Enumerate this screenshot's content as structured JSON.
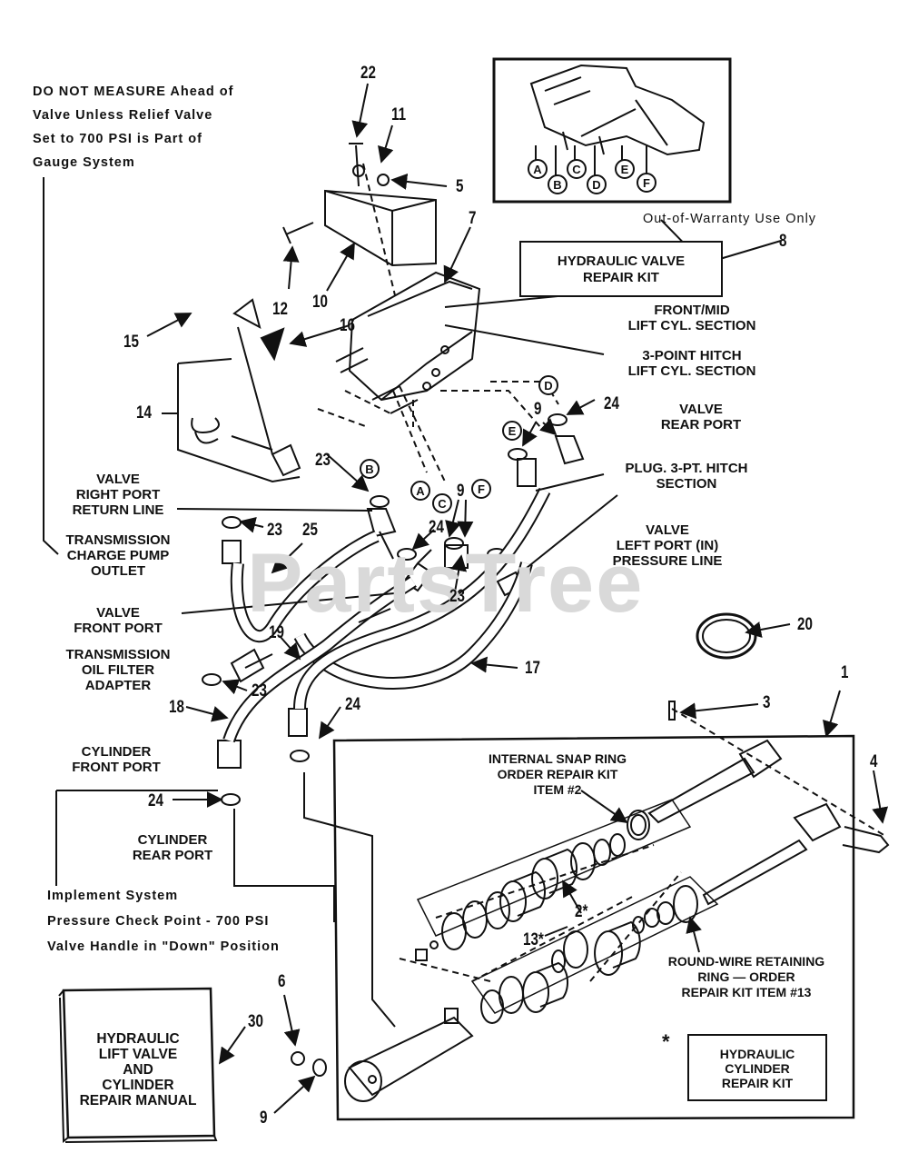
{
  "watermark": "PartsTree",
  "notes": {
    "measure_note": [
      "DO NOT MEASURE Ahead of",
      "Valve Unless Relief Valve",
      "Set to 700 PSI is Part of",
      "Gauge System"
    ],
    "warranty_note": "Out-of-Warranty Use Only",
    "pressure_note": [
      "Implement System",
      "Pressure Check Point - 700 PSI",
      "Valve Handle in \"Down\" Position"
    ]
  },
  "boxes": {
    "valve_kit": [
      "HYDRAULIC VALVE",
      "REPAIR KIT"
    ],
    "cylinder_kit_star": "*",
    "cylinder_kit": [
      "HYDRAULIC",
      "CYLINDER",
      "REPAIR KIT"
    ],
    "manual": [
      "HYDRAULIC",
      "LIFT VALVE",
      "AND",
      "CYLINDER",
      "REPAIR MANUAL"
    ]
  },
  "labels": {
    "front_mid": [
      "FRONT/MID",
      "LIFT CYL. SECTION"
    ],
    "three_point": [
      "3-POINT HITCH",
      "LIFT CYL. SECTION"
    ],
    "valve_rear_port": [
      "VALVE",
      "REAR PORT"
    ],
    "plug_3pt": [
      "PLUG. 3-PT. HITCH",
      "SECTION"
    ],
    "valve_right_port": [
      "VALVE",
      "RIGHT PORT",
      "RETURN LINE"
    ],
    "trans_charge": [
      "TRANSMISSION",
      "CHARGE PUMP",
      "OUTLET"
    ],
    "valve_left_port": [
      "VALVE",
      "LEFT PORT (IN)",
      "PRESSURE LINE"
    ],
    "valve_front_port": [
      "VALVE",
      "FRONT PORT"
    ],
    "trans_filter": [
      "TRANSMISSION",
      "OIL FILTER",
      "ADAPTER"
    ],
    "cyl_front_port": [
      "CYLINDER",
      "FRONT PORT"
    ],
    "cyl_rear_port": [
      "CYLINDER",
      "REAR PORT"
    ],
    "snap_ring": [
      "INTERNAL SNAP RING",
      "ORDER REPAIR KIT",
      "ITEM #2"
    ],
    "round_wire": [
      "ROUND-WIRE RETAINING",
      "RING — ORDER",
      "REPAIR KIT ITEM #13"
    ]
  },
  "callouts": {
    "n22": "22",
    "n11": "11",
    "n5": "5",
    "n7": "7",
    "n8": "8",
    "n12": "12",
    "n10": "10",
    "n15": "15",
    "n16": "16",
    "n14": "14",
    "n24a": "24",
    "n9a": "9",
    "n23a": "23",
    "n23b": "23",
    "n25": "25",
    "n9b": "9",
    "n24b": "24",
    "n23c": "23",
    "n19": "19",
    "n20": "20",
    "n17": "17",
    "n23d": "23",
    "n18": "18",
    "n24c": "24",
    "n24d": "24",
    "n1": "1",
    "n3": "3",
    "n4": "4",
    "n2": "2*",
    "n13": "13*",
    "n6": "6",
    "n30": "30",
    "n9c": "9"
  },
  "port_letters": {
    "inset": [
      "A",
      "B",
      "C",
      "D",
      "E",
      "F"
    ],
    "B": "B",
    "A": "A",
    "C": "C",
    "F": "F",
    "E": "E",
    "D": "D"
  }
}
